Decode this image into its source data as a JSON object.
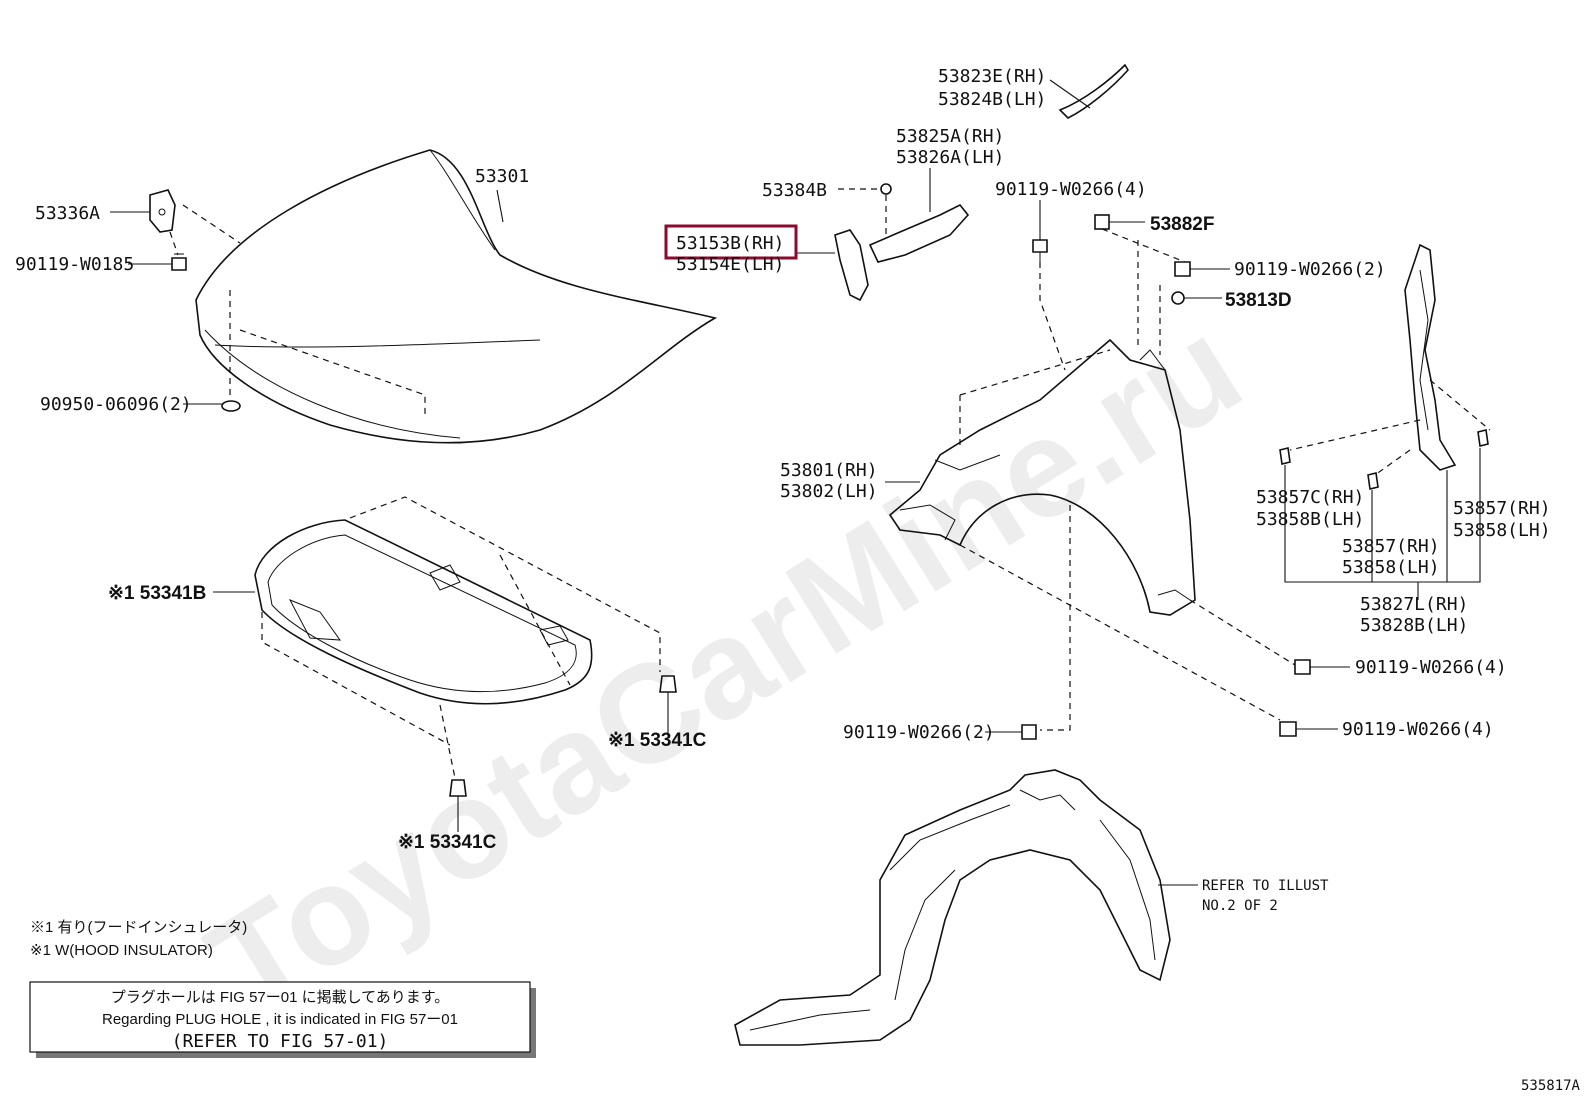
{
  "watermark": "ToyotaCarMine.ru",
  "figure_id": "535817A",
  "highlighted_part": "53153B(RH)",
  "labels": {
    "p53301": "53301",
    "p53336A": "53336A",
    "p90119_W0185": "90119-W0185",
    "p90950_06096": "90950-06096(2)",
    "p53341B": "※1 53341B",
    "p53341C_a": "※1 53341C",
    "p53341C_b": "※1 53341C",
    "p53823E": "53823E(RH)",
    "p53824B": "53824B(LH)",
    "p53825A": "53825A(RH)",
    "p53826A": "53826A(LH)",
    "p53384B": "53384B",
    "p53153B": "53153B(RH)",
    "p53154E": "53154E(LH)",
    "p90119_W0266_4a": "90119-W0266(4)",
    "p53882F": "53882F",
    "p90119_W0266_2a": "90119-W0266(2)",
    "p53813D": "53813D",
    "p53801": "53801(RH)",
    "p53802": "53802(LH)",
    "p53857C": "53857C(RH)",
    "p53858B": "53858B(LH)",
    "p53857_a": "53857(RH)",
    "p53858_a": "53858(LH)",
    "p53857_b": "53857(RH)",
    "p53858_b": "53858(LH)",
    "p53827L": "53827L(RH)",
    "p53828B": "53828B(LH)",
    "p90119_W0266_4b": "90119-W0266(4)",
    "p90119_W0266_4c": "90119-W0266(4)",
    "p90119_W0266_2b": "90119-W0266(2)",
    "refer_line1": "REFER TO ILLUST",
    "refer_line2": "NO.2 OF 2"
  },
  "footnotes": {
    "line1": "※1 有り(フードインシュレータ)",
    "line2": "※1 W(HOOD INSULATOR)"
  },
  "notice": {
    "line1": "プラグホールは FIG 57ー01 に掲載してあります。",
    "line2": "Regarding PLUG HOLE , it is indicated in FIG 57ー01",
    "line3": "(REFER TO FIG 57-01)"
  }
}
